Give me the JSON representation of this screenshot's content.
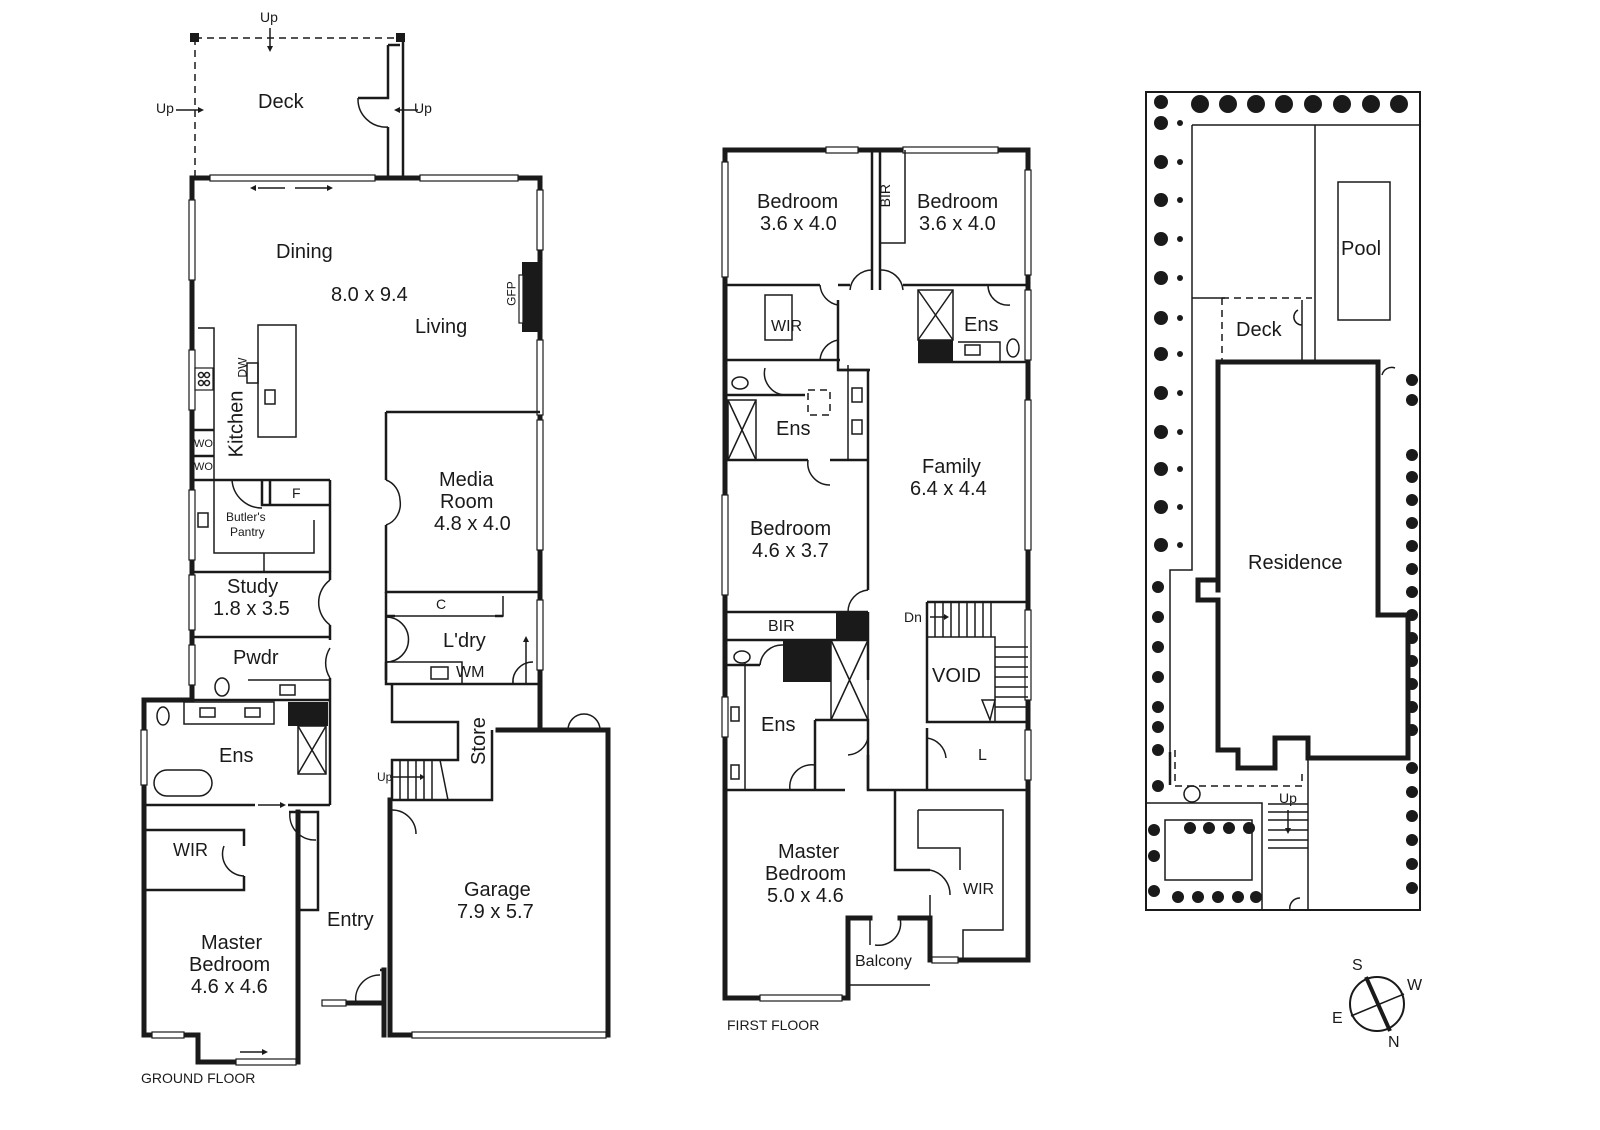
{
  "ground_floor": {
    "title": "GROUND FLOOR",
    "deck": {
      "label": "Deck",
      "up_top": "Up",
      "up_left": "Up",
      "up_right": "Up"
    },
    "dining": {
      "label": "Dining",
      "size": "8.0 x 9.4"
    },
    "living": {
      "label": "Living"
    },
    "gfp": "GFP",
    "kitchen": {
      "label": "Kitchen",
      "dw": "DW",
      "wo1": "WO",
      "wo2": "WO"
    },
    "butlers_pantry": {
      "line1": "Butler's",
      "line2": "Pantry",
      "fridge": "F"
    },
    "media_room": {
      "line1": "Media",
      "line2": "Room",
      "size": "4.8 x 4.0"
    },
    "cupboard": "C",
    "laundry": {
      "label": "L'dry",
      "wm": "WM"
    },
    "study": {
      "label": "Study",
      "size": "1.8 x 3.5"
    },
    "powder": {
      "label": "Pwdr"
    },
    "ensuite": {
      "label": "Ens"
    },
    "wir": {
      "label": "WIR"
    },
    "store": {
      "label": "Store"
    },
    "stairs_up": "Up",
    "entry": {
      "label": "Entry"
    },
    "garage": {
      "label": "Garage",
      "size": "7.9 x 5.7"
    },
    "master_bedroom": {
      "line1": "Master",
      "line2": "Bedroom",
      "size": "4.6 x 4.6"
    }
  },
  "first_floor": {
    "title": "FIRST FLOOR",
    "bedroom_1": {
      "label": "Bedroom",
      "size": "3.6 x 4.0"
    },
    "bir_top": "BIR",
    "bedroom_2": {
      "label": "Bedroom",
      "size": "3.6 x 4.0"
    },
    "wir_top": "WIR",
    "ensuite_right": "Ens",
    "ensuite_left": "Ens",
    "family": {
      "label": "Family",
      "size": "6.4 x 4.4"
    },
    "bedroom_3": {
      "label": "Bedroom",
      "size": "4.6 x 3.7"
    },
    "bir_mid": "BIR",
    "stairs_down": "Dn",
    "void": "VOID",
    "ensuite_lower": "Ens",
    "linen": "L",
    "master_bedroom": {
      "line1": "Master",
      "line2": "Bedroom",
      "size": "5.0 x 4.6"
    },
    "wir": "WIR",
    "balcony": "Balcony"
  },
  "site_plan": {
    "pool": "Pool",
    "deck": "Deck",
    "residence": "Residence",
    "stairs_up": "Up"
  },
  "compass": {
    "s": "S",
    "w": "W",
    "e": "E",
    "n": "N"
  }
}
